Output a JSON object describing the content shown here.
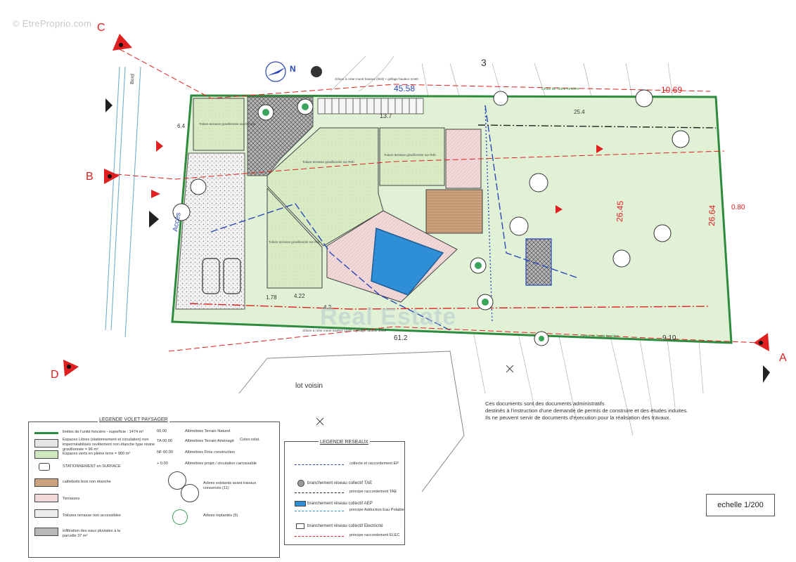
{
  "watermark": "© EtreProprio.com",
  "section_markers": {
    "C": "C",
    "B": "B",
    "A": "A",
    "D": "D"
  },
  "plan_labels": {
    "north": "N",
    "lot_number": "3",
    "lot_voisin": "lot voisin",
    "dim_top": "45.58",
    "dim_inner_top": "13.7",
    "dim_right_top": "10.69",
    "dim_right_mid": "0.80",
    "dim_right_bottom": "9.10",
    "dim_bottom": "61.2",
    "dim_v1": "26.45",
    "dim_v2": "26.64",
    "dim_width": "25.4",
    "dim_1": "1.78",
    "dim_2": "4.22",
    "dim_3": "4.2",
    "dim_left": "6.4",
    "acces_label": "Accès",
    "bord": "Bord",
    "roof_1": "Toiture terrasse gravillonnée sur Garage",
    "roof_2": "Toiture terrasse gravillonnée sur RdC",
    "roof_3": "Toiture terrasse gravillonnée sur Rdc",
    "roof_4": "Toiture terrasse gravillonnée sur RdC",
    "limite_top": "Limite de l'unité foncière",
    "limite_bottom": "Limite de l'unité foncière",
    "cloture_top": "clôture à créer muret hauteur (limit) + grillage hauteur 1m60",
    "cloture_bottom": "clôture à créer muret hauteur 1m60 + grillage hauteur 1m60"
  },
  "brand_overlay": "Real Estate",
  "notice": [
    "Ces documents sont des documents administratifs",
    "destinés à l'instruction d'une demande de permis de construire et des études induites.",
    "Ils ne peuvent servir de documents d'execution pour la réalisation des travaux."
  ],
  "legend_paysager": {
    "title": "LEGENDE VOLET PAYSAGER",
    "items": [
      "limites de l'unité foncière - superficie : 1474 m²",
      "Espaces Libres (stationnement et circulation) non imperméabilisés revêtement non étanche type résine gravillonnée = 96 m²",
      "Espaces verts en pleine terre = 960 m²",
      "STATIONNEMENT en SURFACE",
      "caillebotis bois non étanche",
      "Terrasses",
      "Toitures terrasse non accessibles",
      "infiltration des eaux pluviales à la parcelle 37 m²"
    ],
    "altimetry": [
      {
        "code": "00.00",
        "text": "Altimétries Terrain Naturel"
      },
      {
        "code": "TA 00.00",
        "text": "Altimétries Terrain Aménagé"
      },
      {
        "code": "NF 00.00",
        "text": "Altimétries Finis construction"
      },
      {
        "code": "+ 0.00",
        "text": "Altimétries projet / circulation carrossable"
      }
    ],
    "cotes_note": "Cotes relat.",
    "trees": [
      "Arbres existants avant travaux conservés (11)",
      "Arbres replantés (5)"
    ]
  },
  "legend_reseaux": {
    "title": "LEGENDE RESEAUX",
    "items": [
      "collecte et raccordement EP",
      "branchement réseau collectif TAE",
      "principe raccordement TAE",
      "branchement réseau collectif AEP",
      "principe Adduction Eau Potable",
      "branchement réseau collectif Electricité",
      "principe raccordement ELEC"
    ]
  },
  "scale": "echelle 1/200",
  "colors": {
    "green_border": "#2e8b3e",
    "green_fill": "#dff0d4",
    "roof_fill": "#d9ecc6",
    "pool": "#2f8fd6",
    "terrace_pink": "#f1d6d6",
    "deck": "#c9a07a",
    "section_red": "#e02020",
    "network_blue": "#2a48b8"
  }
}
